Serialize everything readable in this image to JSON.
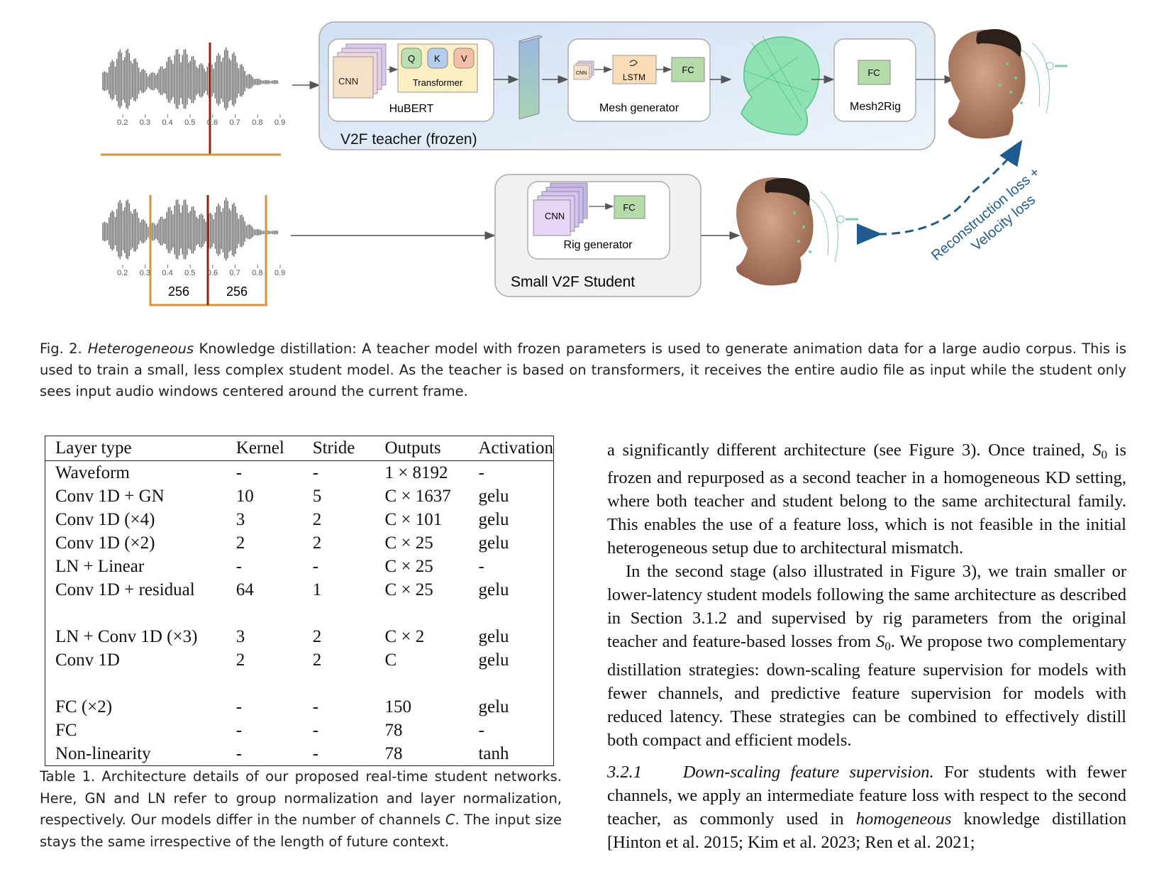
{
  "figure": {
    "waveform_ticks": [
      "0.2",
      "0.3",
      "0.4",
      "0.5",
      "0.6",
      "0.7",
      "0.8",
      "0.9"
    ],
    "window_labels": [
      "256",
      "256"
    ],
    "teacher": {
      "title": "V2F teacher (frozen)",
      "hubert": {
        "title": "HuBERT",
        "cnn": "CNN",
        "transformer": "Transformer",
        "q": "Q",
        "k": "K",
        "v": "V"
      },
      "mesh_generator": {
        "title": "Mesh generator",
        "cnn": "CNN",
        "lstm": "LSTM",
        "fc": "FC"
      },
      "mesh2rig": {
        "title": "Mesh2Rig",
        "fc": "FC"
      }
    },
    "student": {
      "title": "Small V2F Student",
      "rig_generator": {
        "title": "Rig generator",
        "cnn": "CNN",
        "fc": "FC"
      }
    },
    "loss_label_line1": "Reconstruction loss +",
    "loss_label_line2": "Velocity loss",
    "colors": {
      "accent_orange": "#d9913a",
      "accent_red": "#8b2412",
      "loss_blue": "#1f5b8e",
      "teacher_bg": "#dbe8f6"
    }
  },
  "fig_caption": {
    "label": "Fig. 2.",
    "italic": "Heterogeneous",
    "text": " Knowledge distillation: A teacher model with frozen parameters is used to generate animation data for a large audio corpus. This is used to train a small, less complex student model. As the teacher is based on transformers, it receives the entire audio file as input while the student only sees input audio windows centered around the current frame."
  },
  "table": {
    "headers": [
      "Layer type",
      "Kernel",
      "Stride",
      "Outputs",
      "Activation"
    ],
    "rows": [
      [
        "Waveform",
        "-",
        "-",
        "1 × 8192",
        "-"
      ],
      [
        "Conv 1D + GN",
        "10",
        "5",
        "C × 1637",
        "gelu"
      ],
      [
        "Conv 1D (×4)",
        "3",
        "2",
        "C × 101",
        "gelu"
      ],
      [
        "Conv 1D (×2)",
        "2",
        "2",
        "C × 25",
        "gelu"
      ],
      [
        "LN + Linear",
        "-",
        "-",
        "C × 25",
        "-"
      ],
      [
        "Conv 1D + residual",
        "64",
        "1",
        "C × 25",
        "gelu"
      ],
      [
        "",
        "",
        "",
        "",
        ""
      ],
      [
        "LN + Conv 1D (×3)",
        "3",
        "2",
        "C × 2",
        "gelu"
      ],
      [
        "Conv 1D",
        "2",
        "2",
        "C",
        "gelu"
      ],
      [
        "",
        "",
        "",
        "",
        ""
      ],
      [
        "FC (×2)",
        "-",
        "-",
        "150",
        "gelu"
      ],
      [
        "FC",
        "-",
        "-",
        "78",
        "-"
      ],
      [
        "Non-linearity",
        "-",
        "-",
        "78",
        "tanh"
      ]
    ]
  },
  "table_caption": {
    "text_before": "Table 1.  Architecture details of our proposed real-time student networks. Here, GN and LN refer to group normalization and layer normalization, respectively. Our models differ in the number of channels ",
    "var": "C",
    "text_after": ". The input size stays the same irrespective of the length of future context."
  },
  "body": {
    "p1_a": "a significantly different architecture (see Figure 3). Once trained, ",
    "p1_s": "S",
    "p1_sub": "0",
    "p1_b": " is frozen and repurposed as a second teacher in a homogeneous KD setting, where both teacher and student belong to the same architectural family. This enables the use of a feature loss, which is not feasible in the initial heterogeneous setup due to architectural mismatch.",
    "p2_a": "In the second stage (also illustrated in Figure 3), we train smaller or lower-latency student models following the same architecture as described in Section 3.1.2 and supervised by rig parameters from the original teacher and feature-based losses from ",
    "p2_s": "S",
    "p2_sub": "0",
    "p2_b": ". We propose two complementary distillation strategies: down-scaling feature supervision for models with fewer channels, and predictive feature supervision for models with reduced latency. These strategies can be combined to effectively distill both compact and efficient models.",
    "sec_num": "3.2.1",
    "sec_title": "Down-scaling feature supervision.",
    "p3_a": " For students with fewer channels, we apply an intermediate feature loss with respect to the second teacher, as commonly used in ",
    "p3_ital": "homogeneous",
    "p3_b": " knowledge distillation [Hinton et al. 2015; Kim et al. 2023; Ren et al. 2021;"
  }
}
